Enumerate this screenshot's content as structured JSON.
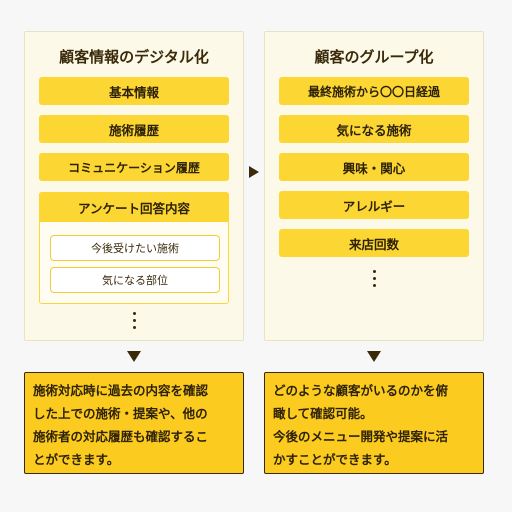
{
  "left_panel": {
    "title": "顧客情報のデジタル化",
    "items": [
      "基本情報",
      "施術履歴",
      "コミュニケーション履歴"
    ],
    "survey": {
      "label": "アンケート回答内容",
      "sub_items": [
        "今後受けたい施術",
        "気になる部位"
      ]
    }
  },
  "right_panel": {
    "title": "顧客のグループ化",
    "items": [
      "最終施術から〇〇日経過",
      "気になる施術",
      "興味・関心",
      "アレルギー",
      "来店回数"
    ]
  },
  "results": {
    "left": [
      "施術対応時に過去の内容を確認",
      "した上での施術・提案や、他の",
      "施術者の対応履歴も確認するこ",
      "とができます。"
    ],
    "right": [
      "どのような顧客がいるのかを俯",
      "瞰して確認可能。",
      "今後のメニュー開発や提案に活",
      "かすことができます。"
    ]
  },
  "colors": {
    "accent": "#fcd632",
    "result_bg": "#fccb1f",
    "panel_bg": "#fcf9e8",
    "text": "#3a2a0a"
  },
  "icons": [
    "arrow-right-icon",
    "arrow-down-icon",
    "ellipsis-vertical-icon"
  ]
}
